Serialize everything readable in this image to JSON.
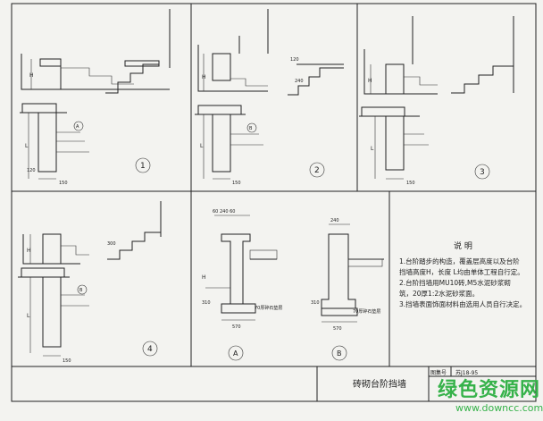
{
  "drawing": {
    "title": "砖砌台阶挡墙",
    "atlas_label": "图集号",
    "atlas_no": "苏J18-95"
  },
  "dims": {
    "H": "H",
    "L": "L",
    "d150": "150",
    "d120": "120",
    "d240": "240",
    "d300": "300",
    "d310": "310",
    "d570": "570",
    "top_a": "60  240  60",
    "top_b": "240",
    "mortar": "70厚碎石垫层"
  },
  "markers": {
    "n1": "1",
    "n2": "2",
    "n3": "3",
    "n4": "4",
    "nA": "A",
    "nB": "B",
    "sec_a": "A",
    "sec_b": "B"
  },
  "notes": {
    "heading": "说   明",
    "line1": "1.台阶踏步的构造，覆盖层高度以及台阶",
    "line2": "   挡墙高度H，长度 L均由单体工程自行定。",
    "line3": "2.台阶挡墙用MU10砖,M5水泥砂浆砌",
    "line4": "   筑，20厚1:2水泥砂浆面。",
    "line5": "3.挡墙表面饰面材料由选用人员自行决定。"
  },
  "watermark": {
    "cn": "绿色资源网",
    "url": "www.downcc.com"
  }
}
